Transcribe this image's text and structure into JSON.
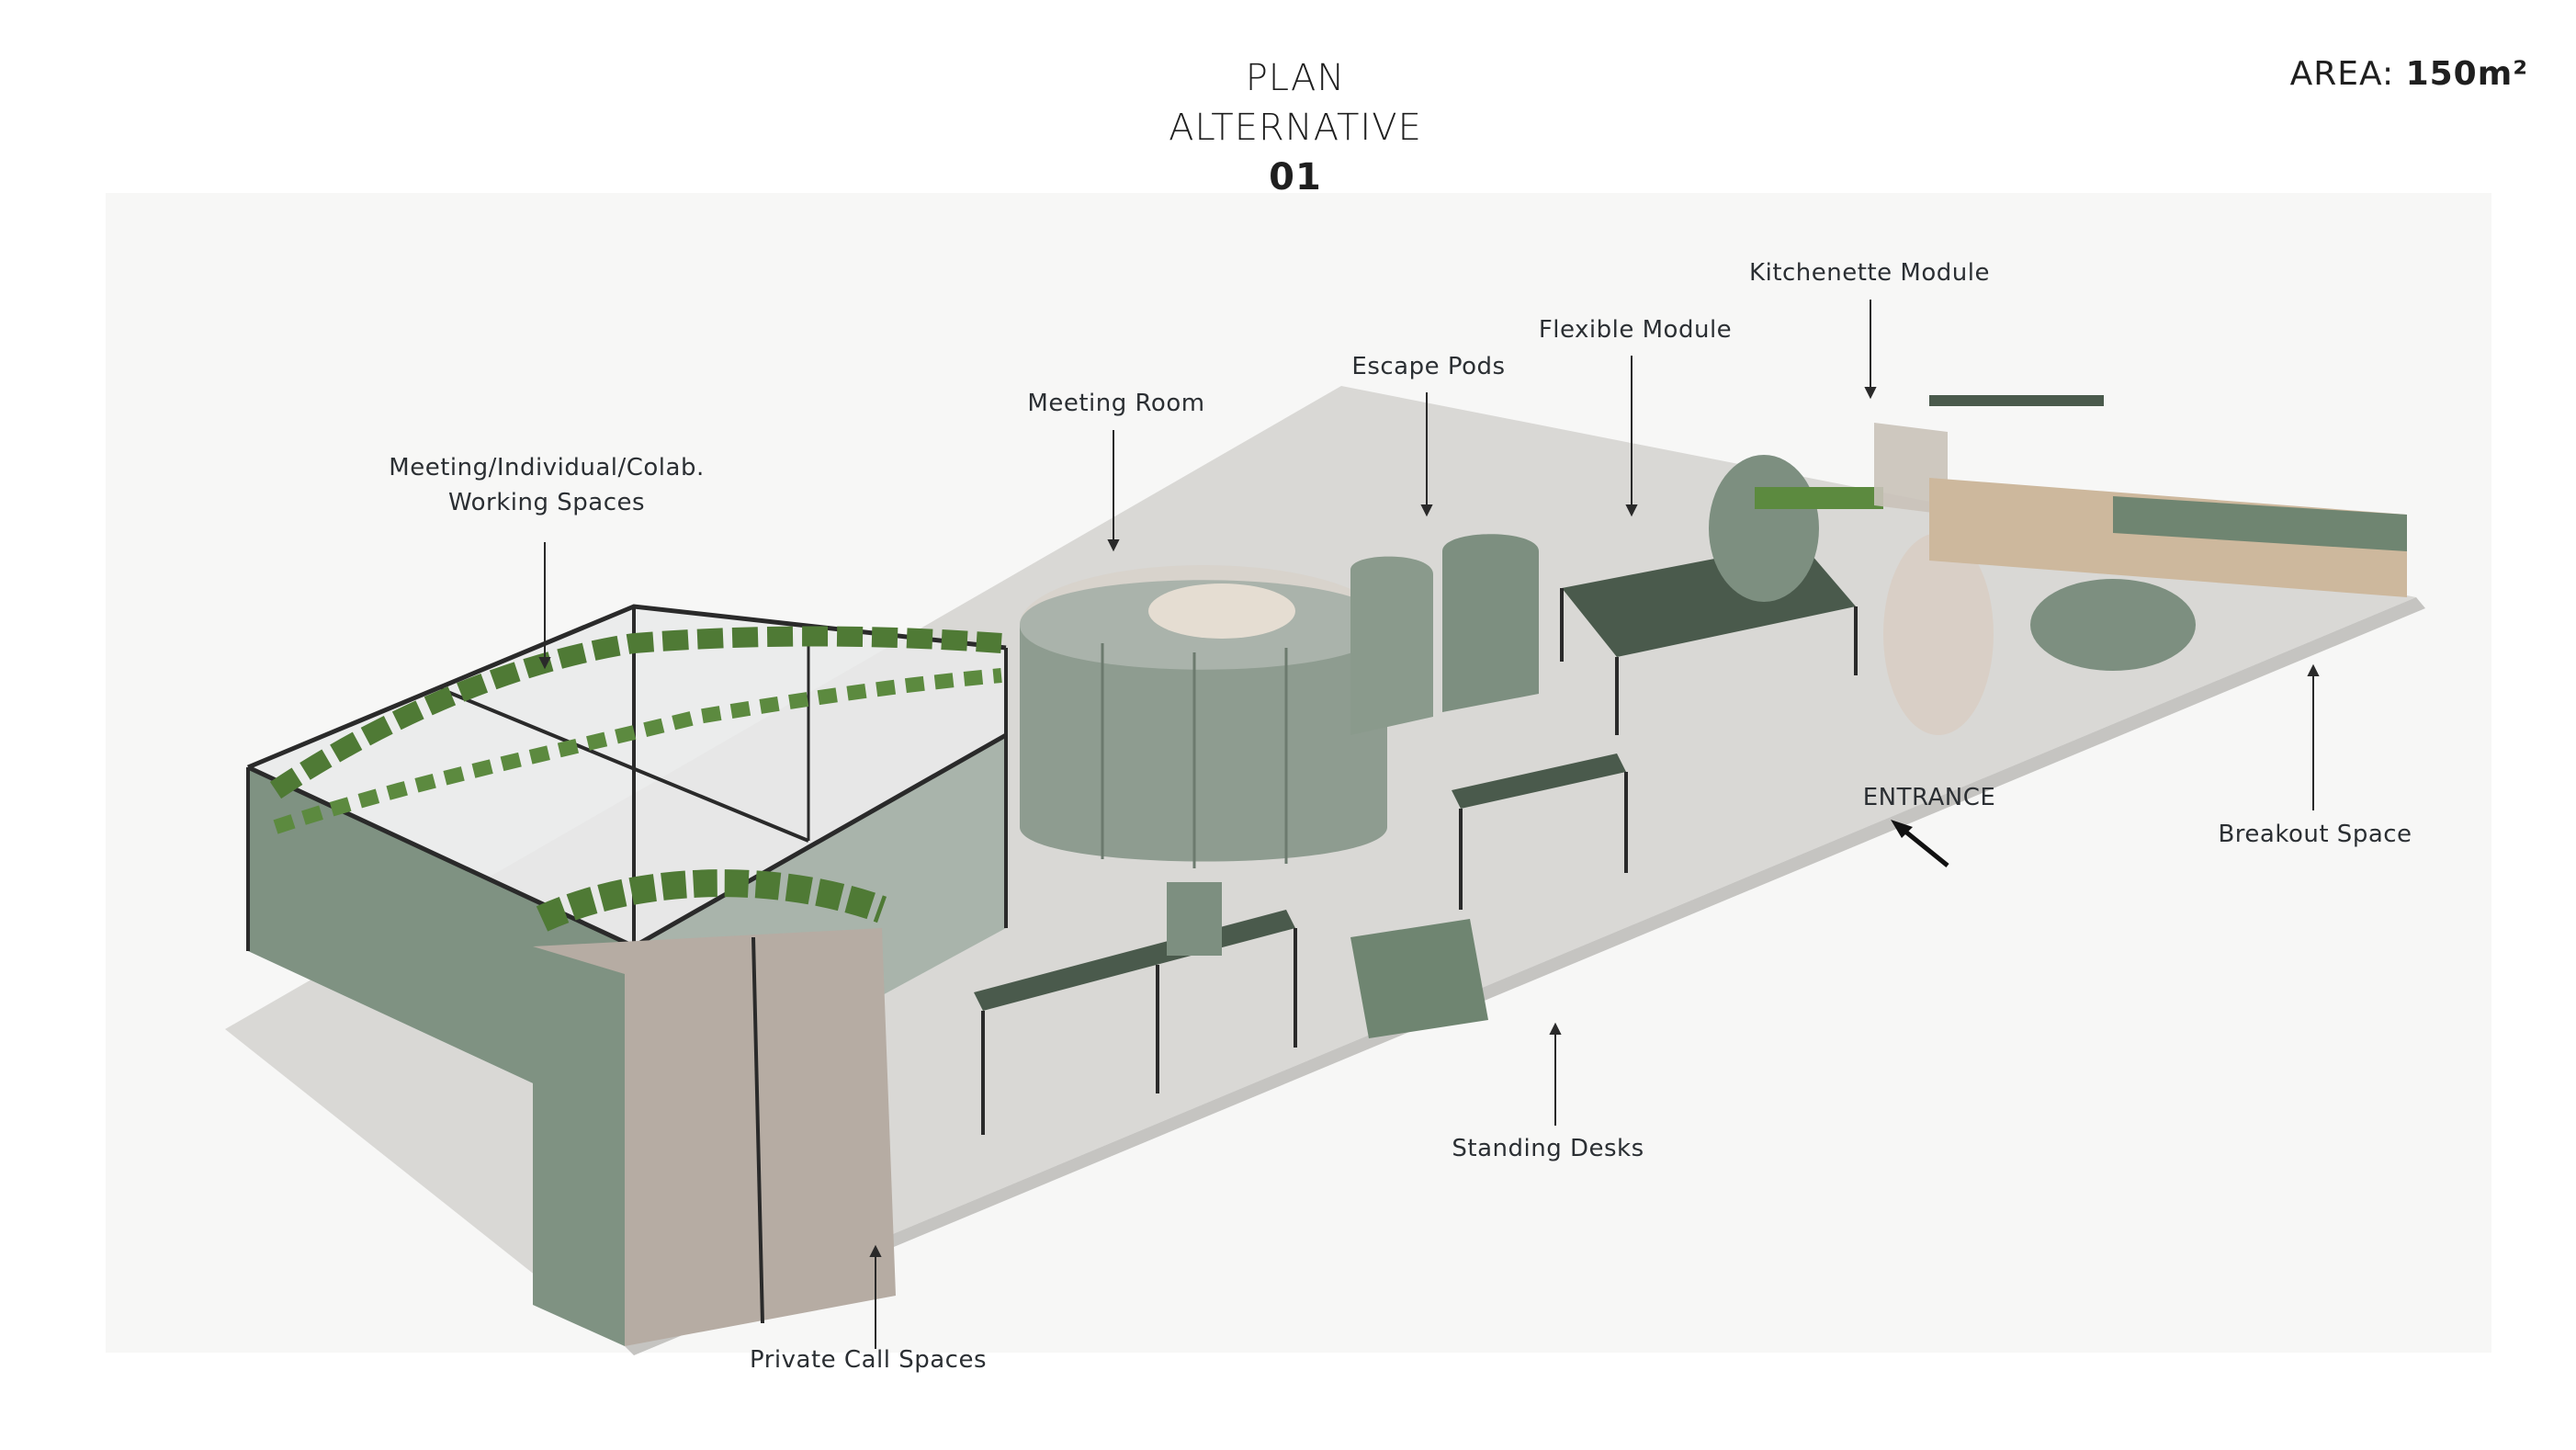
{
  "title": {
    "line1": "PLAN",
    "line2": "ALTERNATIVE",
    "number": "01"
  },
  "area": {
    "label": "AREA:",
    "value": "150m²"
  },
  "labels": {
    "working_spaces_1": "Meeting/Individual/Colab.",
    "working_spaces_2": "Working Spaces",
    "meeting_room": "Meeting Room",
    "escape_pods": "Escape Pods",
    "flexible_module": "Flexible Module",
    "kitchenette_module": "Kitchenette Module",
    "entrance": "ENTRANCE",
    "breakout_space": "Breakout Space",
    "standing_desks": "Standing Desks",
    "private_call_spaces": "Private Call Spaces"
  },
  "colors": {
    "floor": "#d9d8d5",
    "panel_green": "#6f8571",
    "panel_beige": "#b6aca3",
    "frame": "#2a2a2a",
    "plant": "#4f7a35",
    "wood": "#cdb89d"
  }
}
